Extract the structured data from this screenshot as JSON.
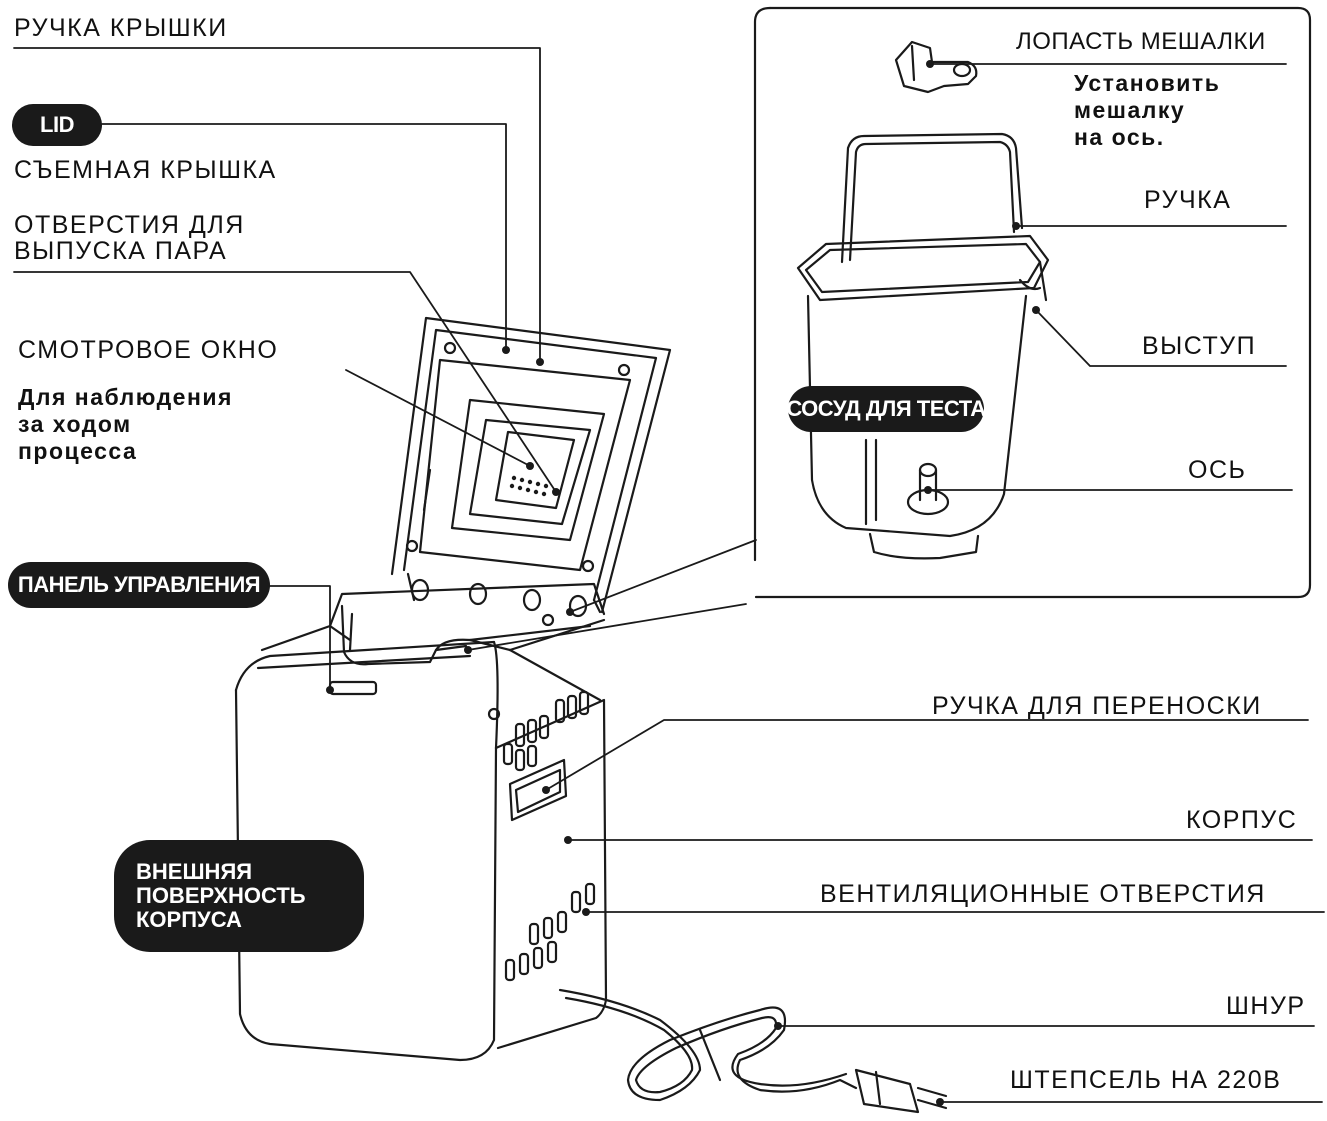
{
  "labels": {
    "lid_handle": "РУЧКА КРЫШКИ",
    "lid_badge": "LID",
    "removable_lid": "СЪЕМНАЯ КРЫШКА",
    "steam_vents": "ОТВЕРСТИЯ ДЛЯ\nВЫПУСКА ПАРА",
    "view_window": "СМОТРОВОЕ ОКНО",
    "view_window_note": "Для наблюдения\nза ходом\nпроцесса",
    "control_panel": "ПАНЕЛЬ УПРАВЛЕНИЯ",
    "outer_surface": "ВНЕШНЯЯ\nПОВЕРХНОСТЬ\nКОРПУСА",
    "kneading_blade": "ЛОПАСТЬ МЕШАЛКИ",
    "blade_note": "Установить\nмешалку\nна ось.",
    "pan_handle": "РУЧКА",
    "protrusion": "ВЫСТУП",
    "baking_pan": "СОСУД ДЛЯ ТЕСТА",
    "shaft": "ОСЬ",
    "carry_handle": "РУЧКА ДЛЯ ПЕРЕНОСКИ",
    "body": "КОРПУС",
    "vent_holes": "ВЕНТИЛЯЦИОННЫЕ ОТВЕРСТИЯ",
    "cord": "ШНУР",
    "plug": "ШТЕПСЕЛЬ НА 220В"
  },
  "colors": {
    "ink": "#111111",
    "badge": "#1a1a1a",
    "paper": "#ffffff"
  }
}
